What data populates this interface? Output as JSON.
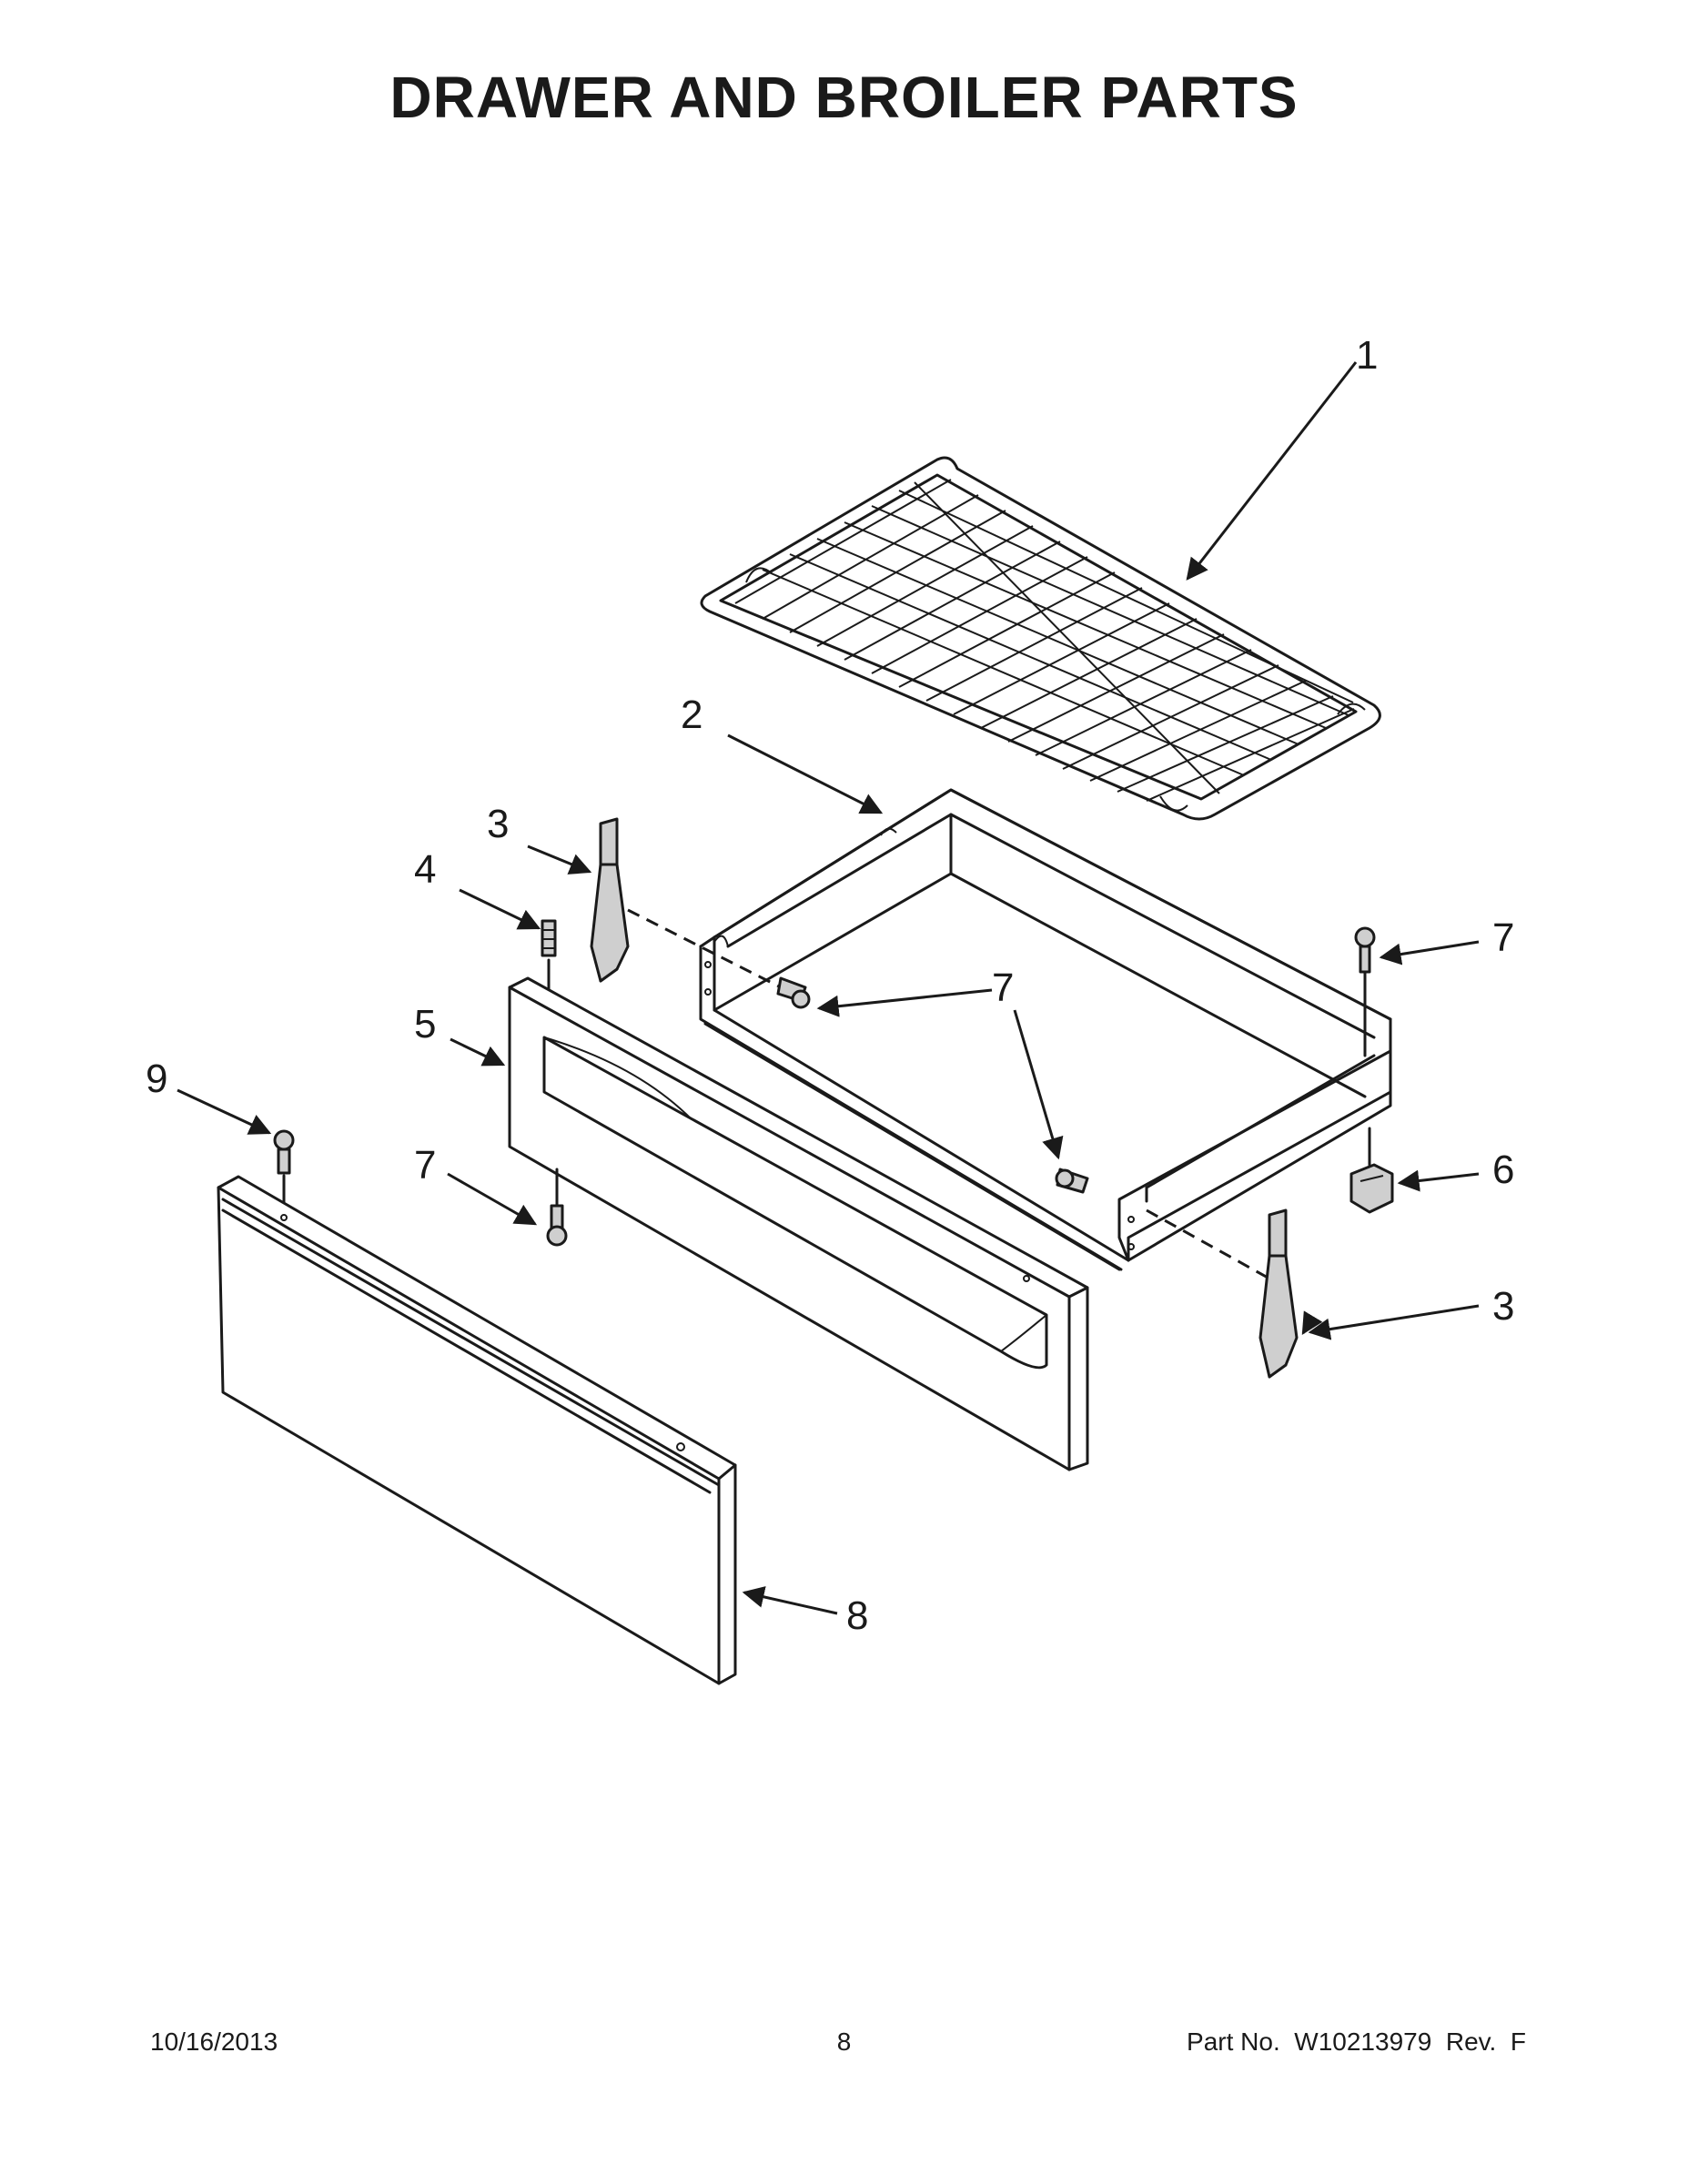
{
  "title": "DRAWER AND BROILER PARTS",
  "callouts": [
    {
      "id": "1",
      "label": "1"
    },
    {
      "id": "2",
      "label": "2"
    },
    {
      "id": "3a",
      "label": "3"
    },
    {
      "id": "3b",
      "label": "3"
    },
    {
      "id": "4",
      "label": "4"
    },
    {
      "id": "5",
      "label": "5"
    },
    {
      "id": "6",
      "label": "6"
    },
    {
      "id": "7a",
      "label": "7"
    },
    {
      "id": "7b",
      "label": "7"
    },
    {
      "id": "7c",
      "label": "7"
    },
    {
      "id": "8",
      "label": "8"
    },
    {
      "id": "9",
      "label": "9"
    }
  ],
  "footer": {
    "date": "10/16/2013",
    "page": "8",
    "part": "Part No.  W10213979  Rev.  F"
  }
}
